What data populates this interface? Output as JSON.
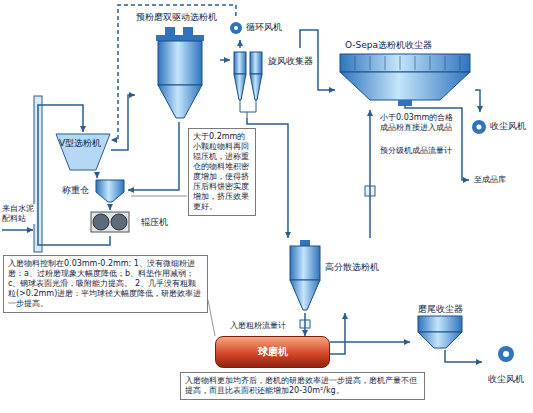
{
  "diagram": {
    "nodes": [
      {
        "text": [
          "预粉磨双驱动选粉机"
        ]
      },
      {
        "text": [
          "循环风机"
        ]
      },
      {
        "text": [
          "旋风收集器"
        ]
      },
      {
        "text": [
          "O-Sepa选粉机收尘器"
        ]
      },
      {
        "text": [
          "收尘风机"
        ]
      },
      {
        "text": [
          "V型选粉机"
        ]
      },
      {
        "text": [
          "称重仓"
        ]
      },
      {
        "text": [
          "辊压机"
        ]
      },
      {
        "text": [
          "大于0.2mm的小颗粒物料再回辊压机，进称重仓的物料堆积密度增加，使得挤压后料饼密实度增加，挤压效果更好。"
        ]
      },
      {
        "text": [
          "入磨物料控制在0.03mm-0.2mm: 1、没有微细粉进磨：a、过粉磨现象大幅度降低；b、料垫作用减弱；c、钢球表面光滑，吸附能力提高。 2、几乎没有粗颗粒(>0.2mm)进磨：平均球径大幅度降低，研磨效率进一步提高。"
        ]
      },
      {
        "text": [
          "高分散选粉机"
        ]
      },
      {
        "text": [
          "球磨机"
        ]
      },
      {
        "text": [
          "磨尾收尘器"
        ]
      },
      {
        "text": [
          "收尘风机"
        ]
      },
      {
        "text": [
          "入磨物料更加均齐后，磨机的研磨效率进一步提高，磨机产量不但提高，而且比表面积还能增加20-30m²/kg。"
        ]
      }
    ],
    "edges": [
      {
        "from": 5,
        "to": 6,
        "arrow": "to"
      },
      {
        "from": 6,
        "to": 7,
        "arrow": "to"
      },
      {
        "from": 7,
        "to": 5,
        "arrow": "to"
      },
      {
        "from": 5,
        "to": 0,
        "arrow": "to"
      },
      {
        "from": 0,
        "to": 2,
        "arrow": "to"
      },
      {
        "from": 2,
        "to": 1,
        "arrow": "to"
      },
      {
        "from": 1,
        "to": 5,
        "arrow": "to"
      },
      {
        "from": 2,
        "to": 3,
        "arrow": "to"
      },
      {
        "from": 3,
        "to": 4,
        "arrow": "to"
      },
      {
        "from": 2,
        "to": 10,
        "arrow": "to"
      },
      {
        "from": 10,
        "to": 11,
        "arrow": "to"
      },
      {
        "from": 11,
        "to": 10,
        "arrow": "to"
      },
      {
        "from": 10,
        "to": 3,
        "arrow": "to"
      },
      {
        "from": 11,
        "to": 12,
        "arrow": "to"
      },
      {
        "from": 12,
        "to": 13,
        "arrow": "to"
      },
      {
        "from": 0,
        "to": 6,
        "arrow": "to"
      }
    ],
    "labels": [
      "小于0.03mm的合格成品粉直接进入成品",
      "预分级机成品流量计",
      "至成品库",
      "来自水泥配料站",
      "入磨粗粉流量计"
    ]
  }
}
